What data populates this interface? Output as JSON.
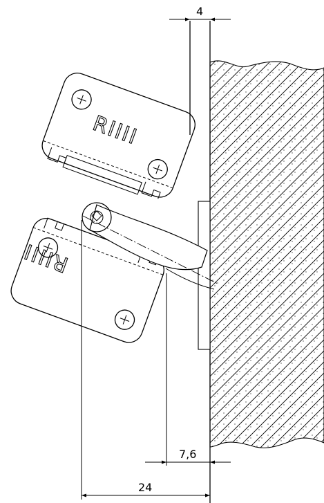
{
  "dimensions": {
    "top_gap": "4",
    "inner_offset": "7,6",
    "overall_width": "24"
  },
  "hinge_plates": {
    "upper_brand": "RIIII",
    "lower_brand": "RIIII"
  }
}
